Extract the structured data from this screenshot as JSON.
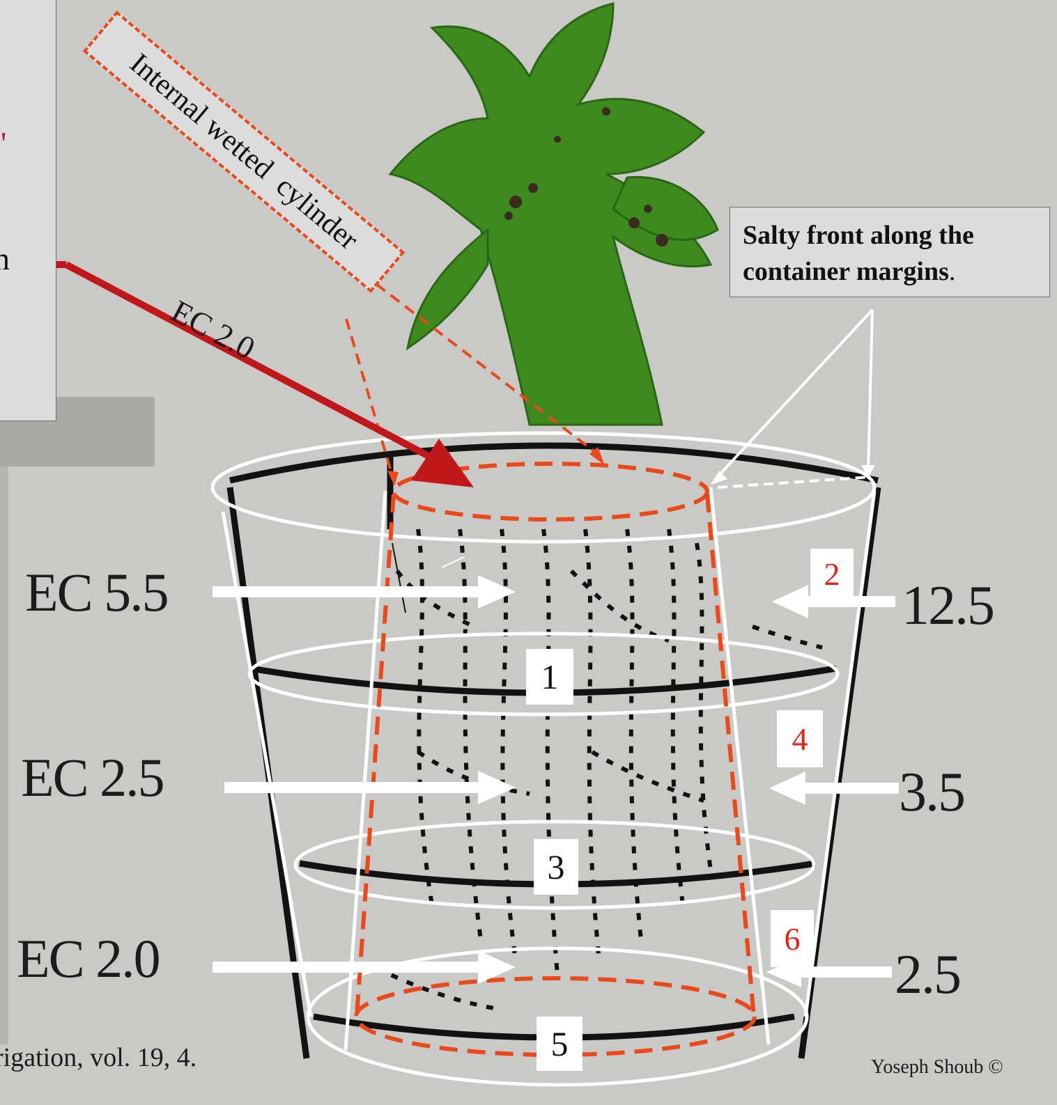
{
  "labels": {
    "internal_wetted_cylinder": "Internal wetted  cylinder",
    "salty_front_line1": "Salty front along the",
    "salty_front_line2": "container margins",
    "salty_front_period": ".",
    "ec_diagonal": "EC 2.0",
    "panel_partial": "n",
    "citation": "rigation, vol. 19, 4.",
    "copyright": "Yoseph Shoub ©"
  },
  "inner_values": [
    {
      "label": "EC 5.5",
      "zone": "1"
    },
    {
      "label": "EC 2.5",
      "zone": "3"
    },
    {
      "label": "EC 2.0",
      "zone": "5"
    }
  ],
  "outer_values": [
    {
      "label": "12.5",
      "zone": "2"
    },
    {
      "label": "3.5",
      "zone": "4"
    },
    {
      "label": "2.5",
      "zone": "6"
    }
  ],
  "colors": {
    "background": "#c9c9c7",
    "plant_green": "#3d8a1e",
    "red_arrow": "#c0181a",
    "dashed_red": "#e84a1c",
    "outline_white": "#ffffff",
    "zone_number_red": "#e2231a"
  }
}
